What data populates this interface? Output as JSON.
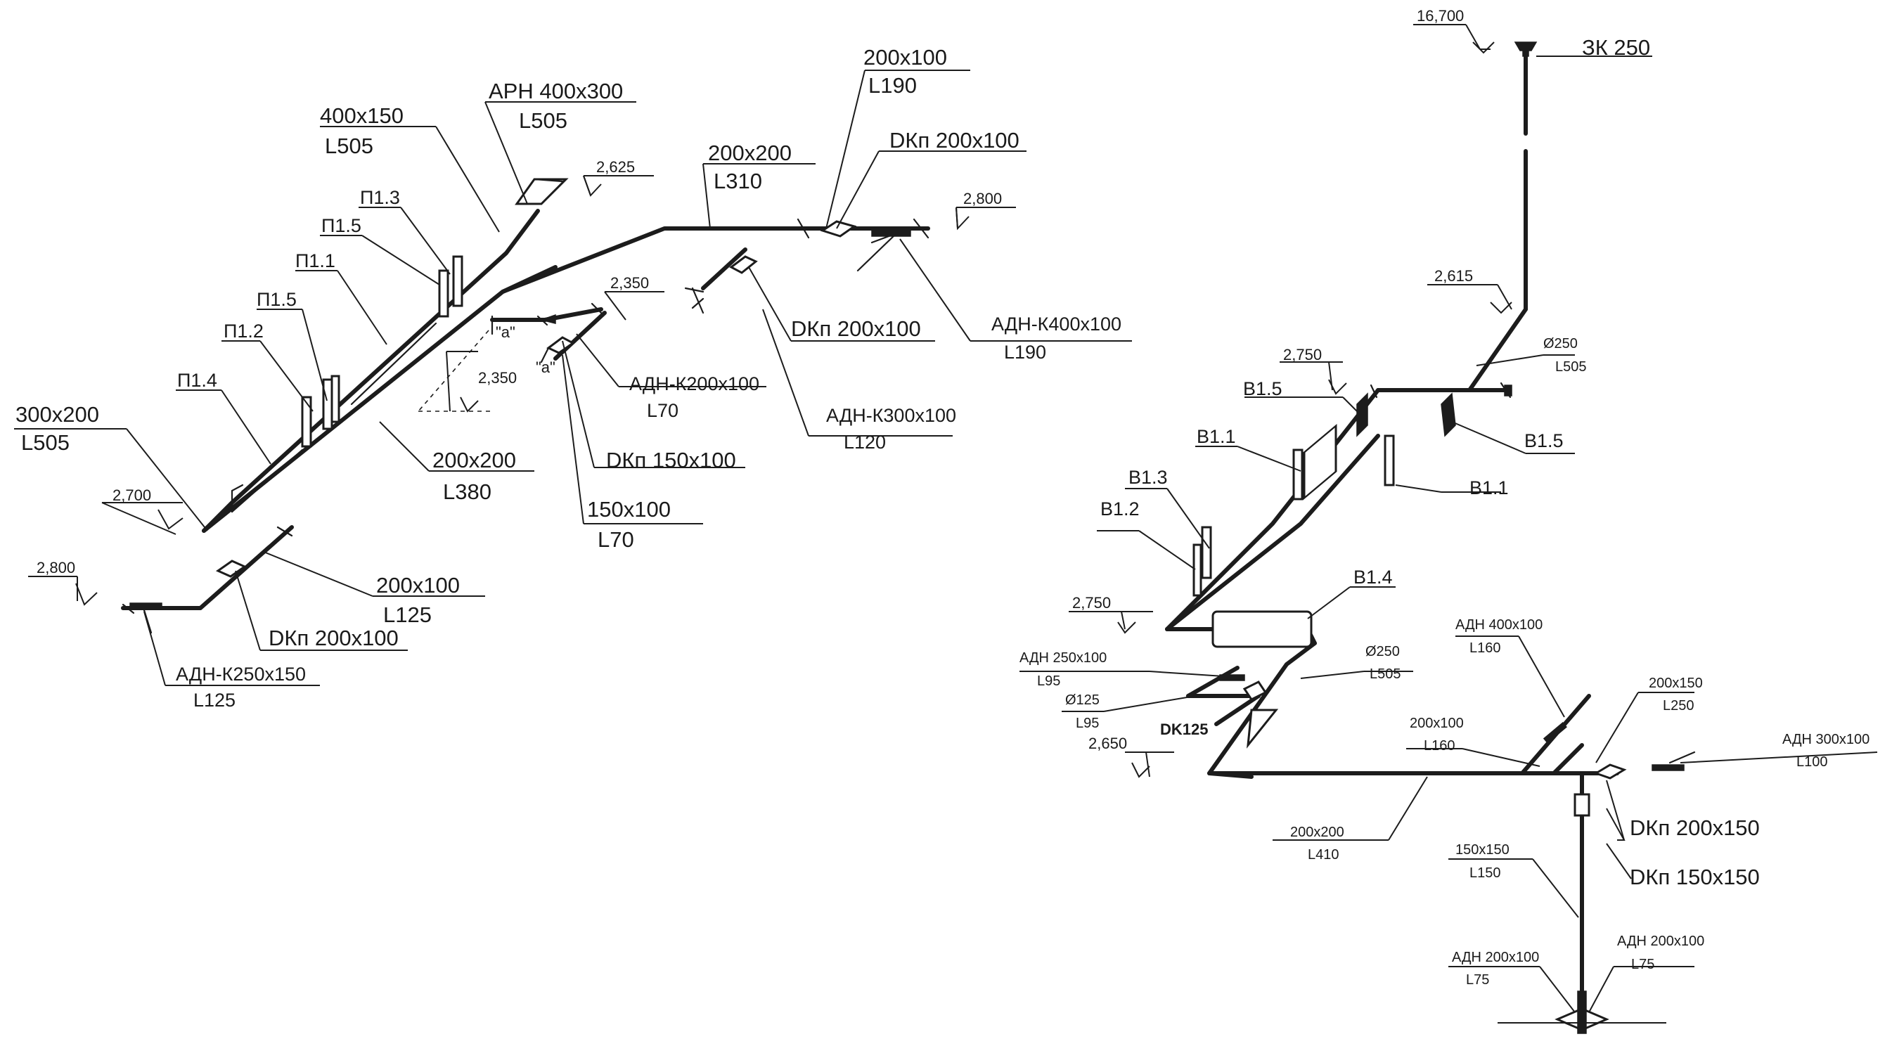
{
  "left_scheme": {
    "labels": [
      {
        "id": "arn-size",
        "text": "АРН 400x300"
      },
      {
        "id": "arn-len",
        "text": "L505"
      },
      {
        "id": "d400x150-size",
        "text": "400x150"
      },
      {
        "id": "d400x150-len",
        "text": "L505"
      },
      {
        "id": "d200x100-top-size",
        "text": "200x100"
      },
      {
        "id": "d200x100-top-len",
        "text": "L190"
      },
      {
        "id": "d200x200-top-size",
        "text": "200x200"
      },
      {
        "id": "d200x200-top-len",
        "text": "L310"
      },
      {
        "id": "dkp-top",
        "text": "DКп  200x100"
      },
      {
        "id": "elev-2625",
        "text": "2,625"
      },
      {
        "id": "elev-2800-right",
        "text": "2,800"
      },
      {
        "id": "p13",
        "text": "П1.3"
      },
      {
        "id": "p15a",
        "text": "П1.5"
      },
      {
        "id": "p11",
        "text": "П1.1"
      },
      {
        "id": "p15b",
        "text": "П1.5"
      },
      {
        "id": "p12",
        "text": "П1.2"
      },
      {
        "id": "p14",
        "text": "П1.4"
      },
      {
        "id": "elev-2350-top",
        "text": "2,350"
      },
      {
        "id": "dkp-mid",
        "text": "DКп  200x100"
      },
      {
        "id": "adnk400-size",
        "text": "АДН-К400x100"
      },
      {
        "id": "adnk400-len",
        "text": "L190"
      },
      {
        "id": "sec-a1",
        "text": "\"а\""
      },
      {
        "id": "sec-a2",
        "text": "\"а\""
      },
      {
        "id": "elev-2350-low",
        "text": "2,350"
      },
      {
        "id": "adnk200-size",
        "text": "АДН-К200x100"
      },
      {
        "id": "adnk200-len",
        "text": "L70"
      },
      {
        "id": "adnk300-size",
        "text": "АДН-К300x100"
      },
      {
        "id": "adnk300-len",
        "text": "L120"
      },
      {
        "id": "d300x200-size",
        "text": "300x200"
      },
      {
        "id": "d300x200-len",
        "text": "L505"
      },
      {
        "id": "d200x200-main-size",
        "text": "200x200"
      },
      {
        "id": "d200x200-main-len",
        "text": "L380"
      },
      {
        "id": "dkp-150",
        "text": "DКп  150x100"
      },
      {
        "id": "d150x100-size",
        "text": "150x100"
      },
      {
        "id": "d150x100-len",
        "text": "L70"
      },
      {
        "id": "elev-2700",
        "text": "2,700"
      },
      {
        "id": "elev-2800-left",
        "text": "2,800"
      },
      {
        "id": "d200x100-low-size",
        "text": "200x100"
      },
      {
        "id": "d200x100-low-len",
        "text": "L125"
      },
      {
        "id": "dkp-low",
        "text": "DКп  200x100"
      },
      {
        "id": "adnk250-size",
        "text": "АДН-К250x150"
      },
      {
        "id": "adnk250-len",
        "text": "L125"
      }
    ]
  },
  "right_scheme": {
    "labels": [
      {
        "id": "elev-16700",
        "text": "16,700"
      },
      {
        "id": "zk250",
        "text": "ЗК 250"
      },
      {
        "id": "elev-2615",
        "text": "2,615"
      },
      {
        "id": "d250-top-size",
        "text": "Ø250"
      },
      {
        "id": "d250-top-len",
        "text": "L505"
      },
      {
        "id": "elev-2750-top",
        "text": "2,750"
      },
      {
        "id": "v15-left",
        "text": "В1.5"
      },
      {
        "id": "v15-right",
        "text": "В1.5"
      },
      {
        "id": "v11-left",
        "text": "В1.1"
      },
      {
        "id": "v11-right",
        "text": "В1.1"
      },
      {
        "id": "v13",
        "text": "В1.3"
      },
      {
        "id": "v12",
        "text": "В1.2"
      },
      {
        "id": "v14",
        "text": "В1.4"
      },
      {
        "id": "elev-2750-low",
        "text": "2,750"
      },
      {
        "id": "adn250-size",
        "text": "АДН 250x100"
      },
      {
        "id": "adn250-len",
        "text": "L95"
      },
      {
        "id": "d250-low-size",
        "text": "Ø250"
      },
      {
        "id": "d250-low-len",
        "text": "L505"
      },
      {
        "id": "d125-size",
        "text": "Ø125"
      },
      {
        "id": "d125-len",
        "text": "L95"
      },
      {
        "id": "dk125",
        "text": "DK125"
      },
      {
        "id": "elev-2650",
        "text": "2,650"
      },
      {
        "id": "adn400-size",
        "text": "АДН 400x100"
      },
      {
        "id": "adn400-len",
        "text": "L160"
      },
      {
        "id": "d200x150-size",
        "text": "200x150"
      },
      {
        "id": "d200x150-len",
        "text": "L250"
      },
      {
        "id": "d200x100-size",
        "text": "200x100"
      },
      {
        "id": "d200x100-len",
        "text": "L160"
      },
      {
        "id": "adn300-size",
        "text": "АДН 300x100"
      },
      {
        "id": "adn300-len",
        "text": "L100"
      },
      {
        "id": "d200x200-size",
        "text": "200x200"
      },
      {
        "id": "d200x200-len",
        "text": "L410"
      },
      {
        "id": "dkp-200x150",
        "text": "DКп  200x150"
      },
      {
        "id": "d150x150-size",
        "text": "150x150"
      },
      {
        "id": "d150x150-len",
        "text": "L150"
      },
      {
        "id": "dkp-150x150",
        "text": "DКп  150x150"
      },
      {
        "id": "adn200-left-size",
        "text": "АДН 200x100"
      },
      {
        "id": "adn200-left-len",
        "text": "L75"
      },
      {
        "id": "adn200-right-size",
        "text": "АДН 200x100"
      },
      {
        "id": "adn200-right-len",
        "text": "L75"
      }
    ]
  }
}
